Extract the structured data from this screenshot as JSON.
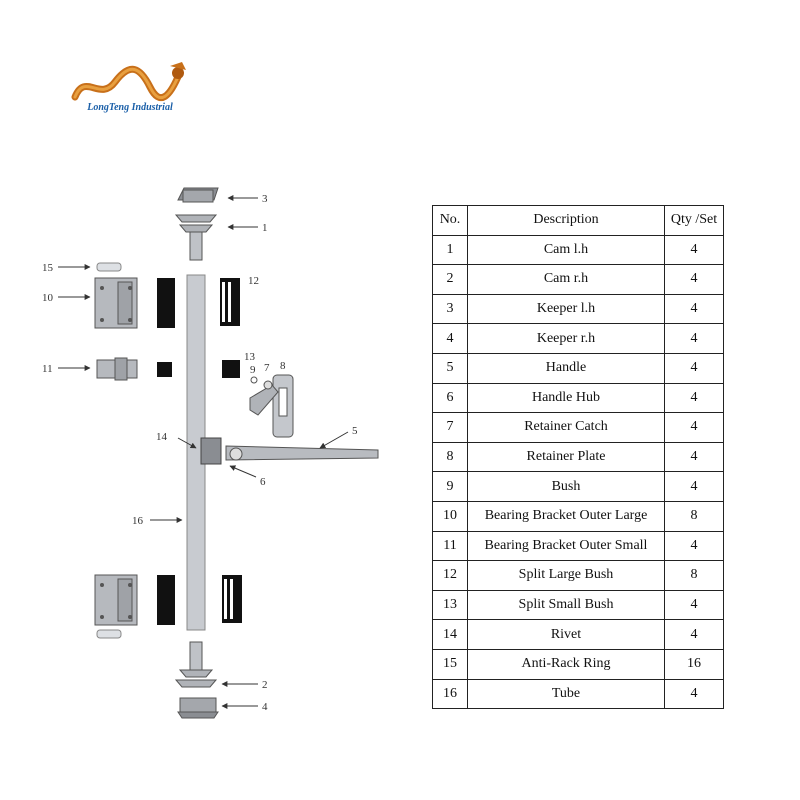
{
  "logo": {
    "text": "LongTeng Industrial"
  },
  "diagram": {
    "callouts": [
      "3",
      "1",
      "12",
      "15",
      "10",
      "11",
      "13",
      "9",
      "7",
      "8",
      "14",
      "5",
      "6",
      "16",
      "2",
      "4"
    ]
  },
  "table": {
    "headers": {
      "no": "No.",
      "description": "Description",
      "qty": "Qty /Set"
    },
    "rows": [
      {
        "no": "1",
        "description": "Cam l.h",
        "qty": "4"
      },
      {
        "no": "2",
        "description": "Cam r.h",
        "qty": "4"
      },
      {
        "no": "3",
        "description": "Keeper l.h",
        "qty": "4"
      },
      {
        "no": "4",
        "description": "Keeper r.h",
        "qty": "4"
      },
      {
        "no": "5",
        "description": "Handle",
        "qty": "4"
      },
      {
        "no": "6",
        "description": "Handle Hub",
        "qty": "4"
      },
      {
        "no": "7",
        "description": "Retainer Catch",
        "qty": "4"
      },
      {
        "no": "8",
        "description": "Retainer Plate",
        "qty": "4"
      },
      {
        "no": "9",
        "description": "Bush",
        "qty": "4"
      },
      {
        "no": "10",
        "description": "Bearing Bracket Outer Large",
        "qty": "8"
      },
      {
        "no": "11",
        "description": "Bearing Bracket Outer Small",
        "qty": "4"
      },
      {
        "no": "12",
        "description": "Split Large Bush",
        "qty": "8"
      },
      {
        "no": "13",
        "description": "Split Small Bush",
        "qty": "4"
      },
      {
        "no": "14",
        "description": "Rivet",
        "qty": "4"
      },
      {
        "no": "15",
        "description": "Anti-Rack Ring",
        "qty": "16"
      },
      {
        "no": "16",
        "description": "Tube",
        "qty": "4"
      }
    ]
  }
}
